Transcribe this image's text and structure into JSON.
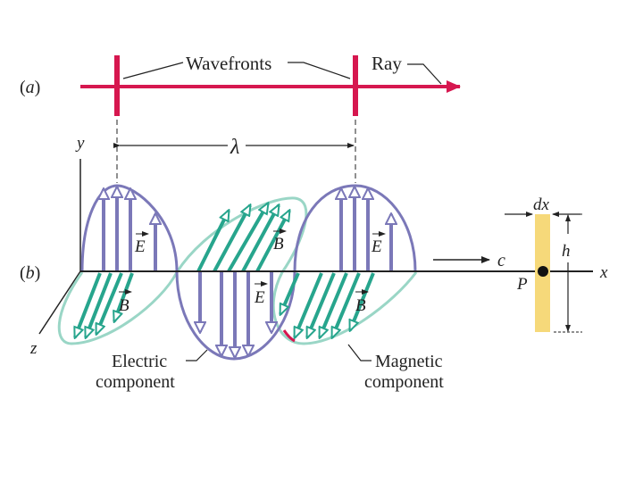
{
  "part_a": {
    "tag_open": "(",
    "tag_letter": "a",
    "tag_close": ")",
    "wavefronts_label": "Wavefronts",
    "ray_label": "Ray"
  },
  "part_b": {
    "tag_open": "(",
    "tag_letter": "b",
    "tag_close": ")",
    "axis_y": "y",
    "axis_x": "x",
    "axis_z": "z",
    "wavelength_symbol": "λ",
    "speed_symbol": "c",
    "field_e": "E",
    "field_b": "B",
    "electric_line1": "Electric",
    "electric_line2": "component",
    "magnetic_line1": "Magnetic",
    "magnetic_line2": "component",
    "dx_label": "dx",
    "h_label": "h",
    "point_label": "P"
  },
  "colors": {
    "ray": "#d6174f",
    "electric": "#7b78b8",
    "magnetic": "#27a58d",
    "slab": "#f6d97a",
    "axis": "#222222"
  }
}
